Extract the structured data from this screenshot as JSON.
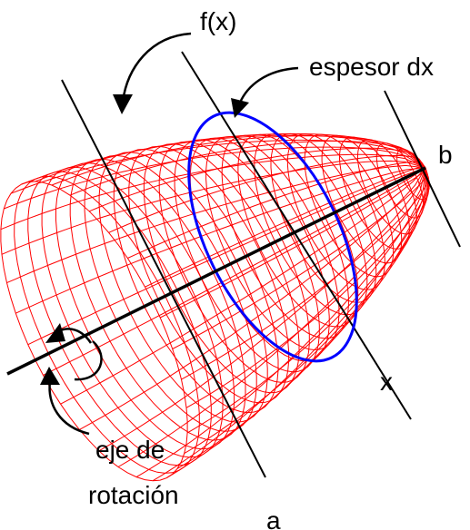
{
  "diagram": {
    "labels": {
      "fx": "f(x)",
      "thickness": "espesor dx",
      "b": "b",
      "x": "x",
      "axis_line1": "eje de",
      "axis_line2": "rotación",
      "a": "a"
    },
    "colors": {
      "mesh": "#ff0000",
      "disk": "#0000ff",
      "lines": "#000000"
    }
  }
}
